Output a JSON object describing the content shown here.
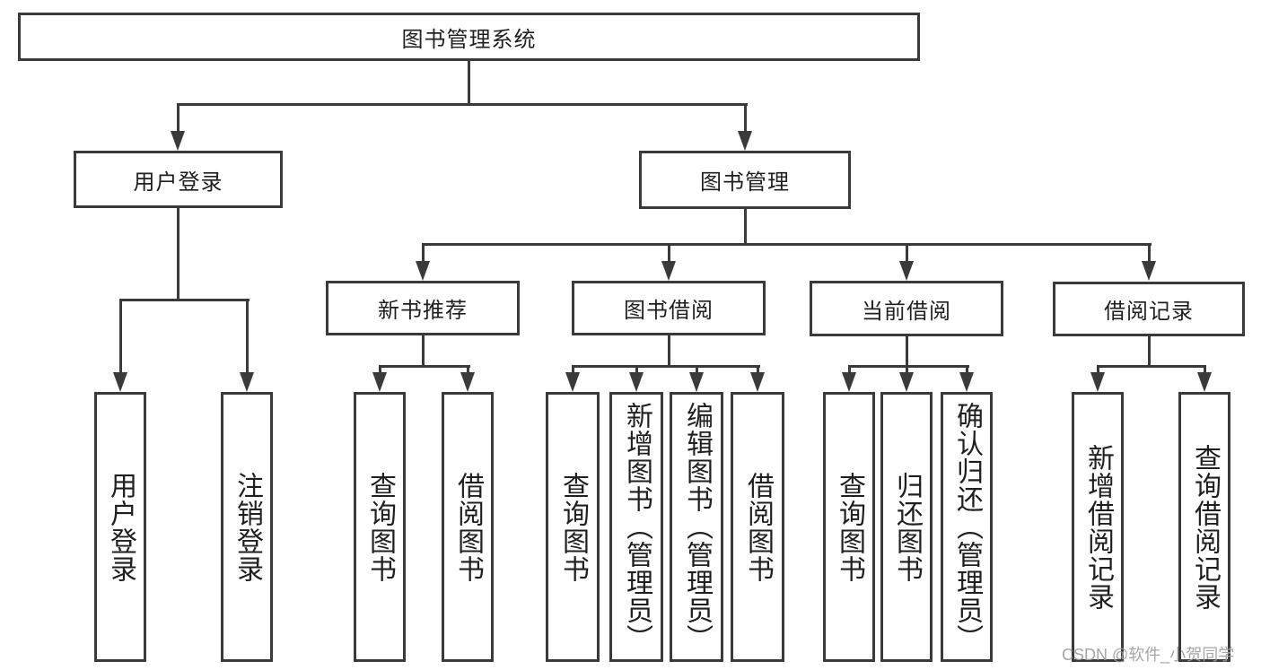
{
  "diagram": {
    "title": "图书管理系统",
    "watermark": "CSDN @软件_小贺同学",
    "colors": {
      "line": "#3a3a3a",
      "border": "#3a3a3a",
      "text": "#1f1f1f",
      "watermark": "#9e9e9e",
      "background": "#ffffff"
    },
    "tree": {
      "label": "图书管理系统",
      "children": [
        {
          "label": "用户登录",
          "children": [
            {
              "label": "用户登录"
            },
            {
              "label": "注销登录"
            }
          ]
        },
        {
          "label": "图书管理",
          "children": [
            {
              "label": "新书推荐",
              "children": [
                {
                  "label": "查询图书"
                },
                {
                  "label": "借阅图书"
                }
              ]
            },
            {
              "label": "图书借阅",
              "children": [
                {
                  "label": "查询图书"
                },
                {
                  "label": "新增图书（管理员）"
                },
                {
                  "label": "编辑图书（管理员）"
                },
                {
                  "label": "借阅图书"
                }
              ]
            },
            {
              "label": "当前借阅",
              "children": [
                {
                  "label": "查询图书"
                },
                {
                  "label": "归还图书"
                },
                {
                  "label": "确认归还（管理员）"
                }
              ]
            },
            {
              "label": "借阅记录",
              "children": [
                {
                  "label": "新增借阅记录"
                },
                {
                  "label": "查询借阅记录"
                }
              ]
            }
          ]
        }
      ]
    }
  }
}
